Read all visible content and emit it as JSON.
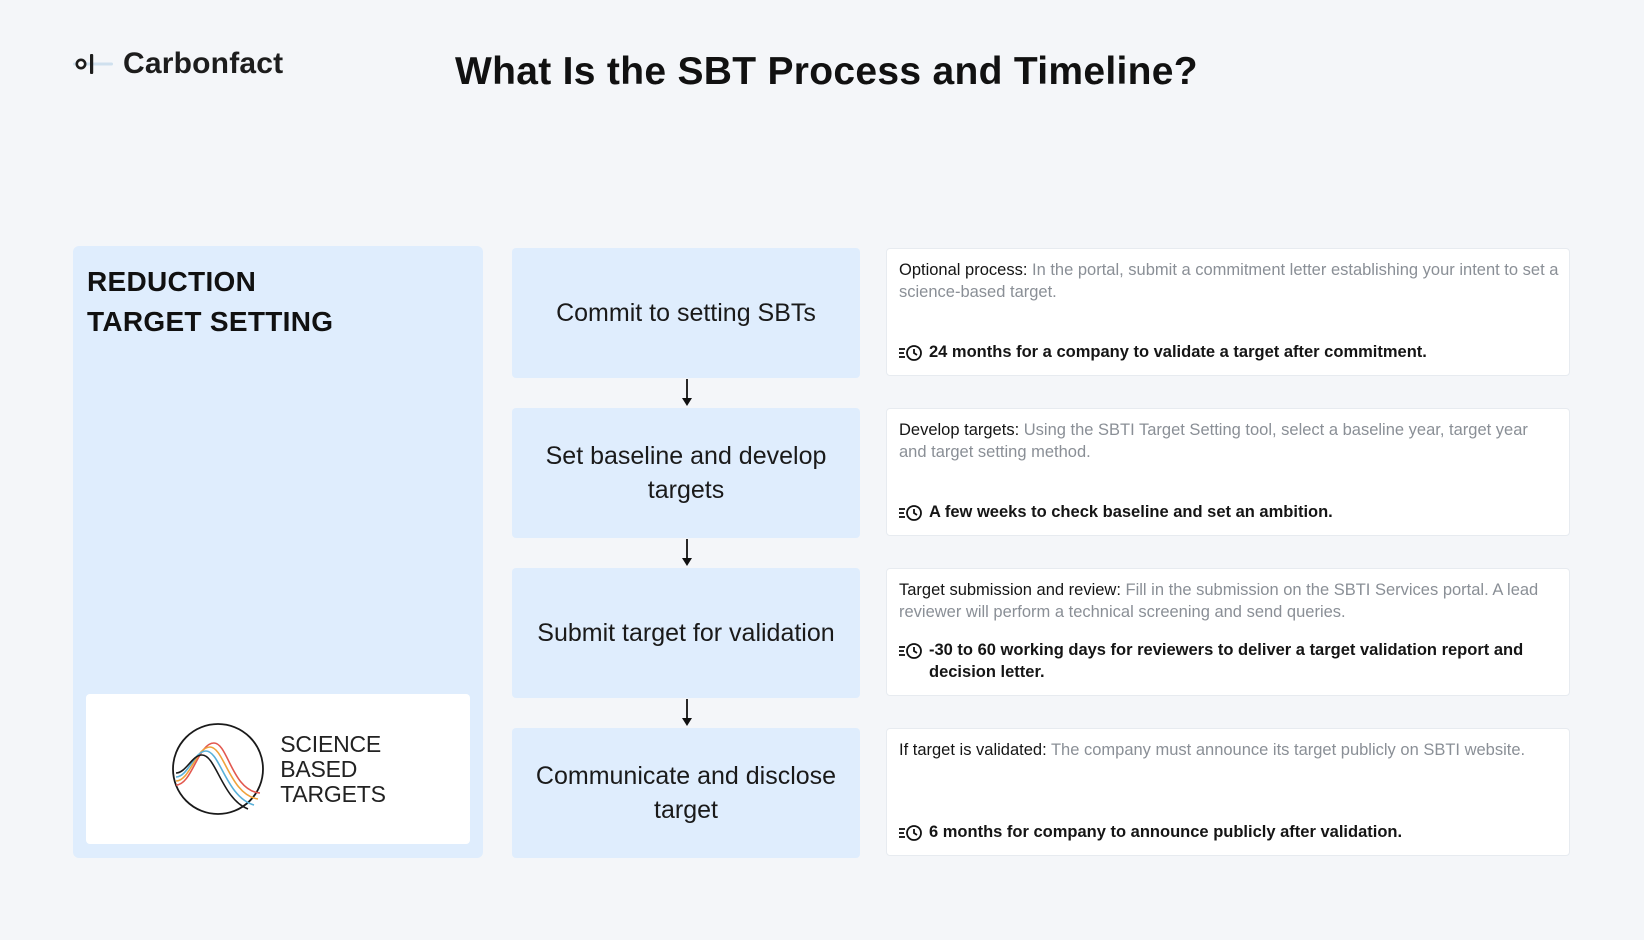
{
  "brand": {
    "name": "Carbonfact",
    "icon": "carbonfact-logo-icon"
  },
  "page_title": "What Is the SBT Process and Timeline?",
  "stage": {
    "title_line1": "REDUCTION",
    "title_line2": "TARGET SETTING",
    "logo": {
      "icon": "science-based-targets-logo",
      "line1": "SCIENCE",
      "line2": "BASED",
      "line3": "TARGETS"
    }
  },
  "steps": [
    {
      "label": "Commit to setting SBTs",
      "lead": "Optional process:",
      "description": " In the portal, submit a commitment letter establishing your intent to set a science-based target.",
      "timeline": "24 months for a company to validate a target after commitment."
    },
    {
      "label": "Set baseline and develop targets",
      "lead": "Develop targets:",
      "description": " Using the SBTI Target Setting tool, select a baseline year, target year and target setting method.",
      "timeline": "A few weeks to check baseline and set an ambition."
    },
    {
      "label": "Submit target for validation",
      "lead": "Target submission and review:",
      "description": " Fill in the submission on the SBTI Services portal. A lead reviewer will perform a technical screening and send queries.",
      "timeline": "-30 to 60 working days for reviewers to deliver a target validation report and decision letter."
    },
    {
      "label": "Communicate and disclose target",
      "lead": "If target is validated:",
      "description": " The company must announce its target publicly on SBTI website.",
      "timeline": "6 months for company to announce publicly after validation."
    }
  ],
  "icons": {
    "arrow": "arrow-down-icon",
    "timeline": "clock-history-icon"
  },
  "colors": {
    "background": "#f4f6f9",
    "panel": "#dfedfd",
    "card": "#ffffff",
    "muted_text": "#8a8f96",
    "text": "#111111"
  }
}
